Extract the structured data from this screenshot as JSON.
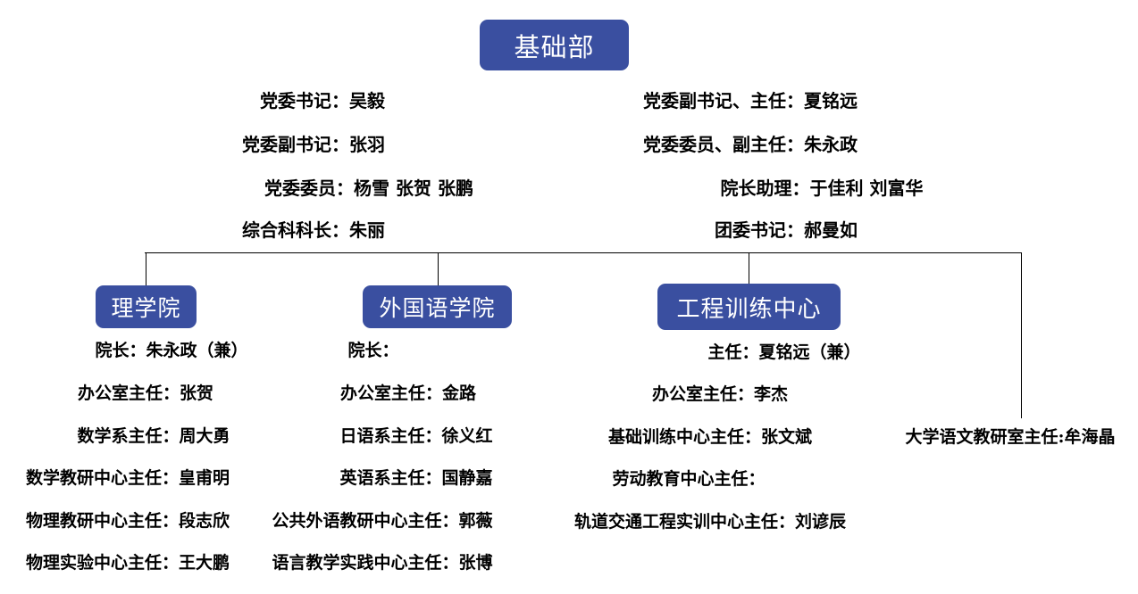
{
  "root": {
    "label": "基础部"
  },
  "leadership": {
    "left_column": [
      "党委书记：吴毅",
      "党委副书记：张羽",
      "党委委员：杨雪  张贺  张鹏",
      "综合科科长：朱丽"
    ],
    "right_column": [
      "党委副书记、主任：夏铭远",
      "党委委员、副主任：朱永政",
      "院长助理：于佳利  刘富华",
      "团委书记：郝曼如"
    ]
  },
  "departments": [
    {
      "name": "理学院",
      "staff": [
        "院长：朱永政（兼）",
        "办公室主任：张贺",
        "数学系主任：周大勇",
        "数学教研中心主任：皇甫明",
        "物理教研中心主任：段志欣",
        "物理实验中心主任：王大鹏"
      ]
    },
    {
      "name": "外国语学院",
      "staff": [
        "院长：",
        "办公室主任：金路",
        "日语系主任：徐义红",
        "英语系主任：国静嘉",
        "公共外语教研中心主任：郭薇",
        "语言教学实践中心主任：张博"
      ]
    },
    {
      "name": "工程训练中心",
      "staff": [
        "主任：夏铭远（兼）",
        "办公室主任：李杰",
        "基础训练中心主任：张文斌",
        "劳动教育中心主任：",
        "轨道交通工程实训中心主任：刘谚辰"
      ]
    }
  ],
  "standalone": {
    "label": "大学语文教研室主任:牟海晶"
  },
  "colors": {
    "node_blue": "#3A4FA0",
    "node_text": "#ffffff",
    "line": "#000000",
    "text": "#000000",
    "background": "#ffffff"
  }
}
